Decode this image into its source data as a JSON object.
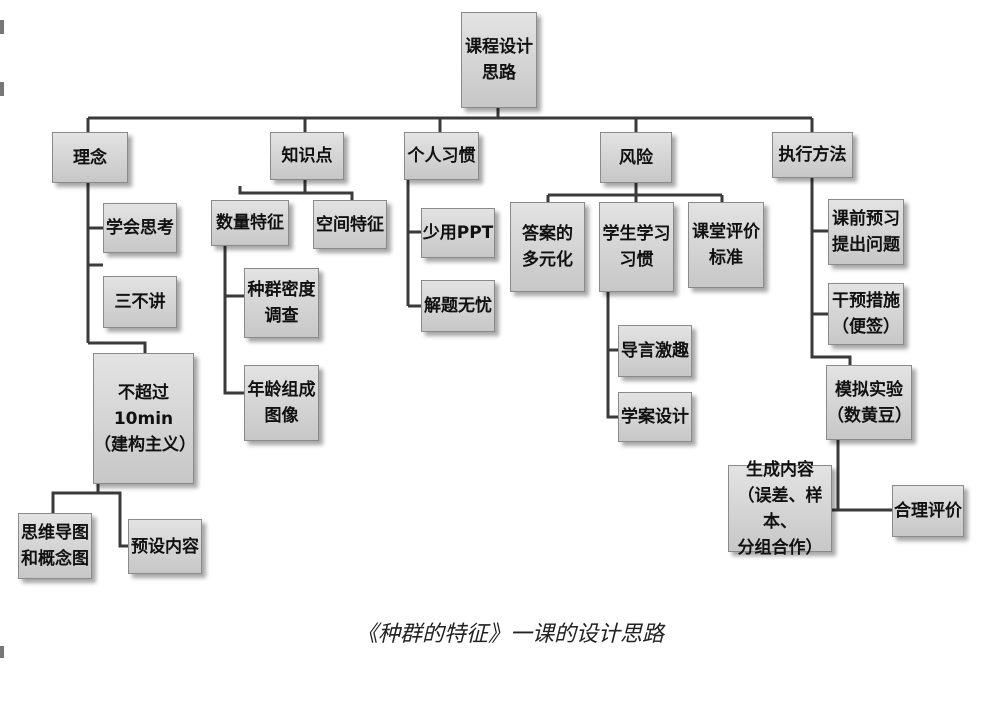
{
  "title": "课程设计\n思路",
  "caption": "《种群的特征》一课的设计思路",
  "branches": {
    "linian": "理念",
    "zhishidian": "知识点",
    "gerenxiguan": "个人习惯",
    "fengxian": "风险",
    "zhixingfangfa": "执行方法"
  },
  "nodes": {
    "xuehui_sikao": "学会思考",
    "san_bu_jiang": "三不讲",
    "bu_chaoguo": "不超过10min\n（建构主义）",
    "siwei_daotu": "思维导图\n和概念图",
    "yushe_neirong": "预设内容",
    "shuliang_tezheng": "数量特征",
    "kongjian_tezheng": "空间特征",
    "midu_diaocha": "种群密度\n调查",
    "nianling_zucheng": "年龄组成\n图像",
    "shaoyong_ppt": "少用PPT",
    "jieti_wuyou": "解题无忧",
    "daan_duoyuan": "答案的\n多元化",
    "xuesheng_xuexi": "学生学习\n习惯",
    "ketang_pingjia": "课堂评价\n标准",
    "daoyan_jiqu": "导言激趣",
    "xuean_sheji": "学案设计",
    "keqian_yuxi": "课前预习\n提出问题",
    "ganyu_cuoshi": "干预措施\n（便签）",
    "moni_shiyan": "模拟实验\n（数黄豆）",
    "shengcheng_neirong": "生成内容\n（误差、样本、\n分组合作）",
    "heli_pingjia": "合理评价"
  }
}
